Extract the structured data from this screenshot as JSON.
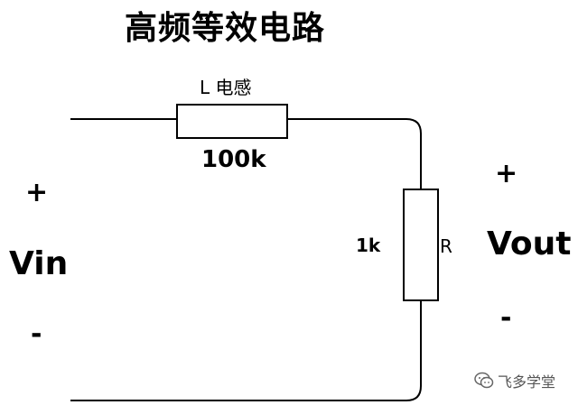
{
  "title": "高频等效电路",
  "inductor": {
    "label": "L 电感",
    "value": "100k"
  },
  "resistor": {
    "label": "R",
    "value": "1k"
  },
  "input": {
    "label": "Vin",
    "plus": "+",
    "minus": "-"
  },
  "output": {
    "label": "Vout",
    "plus": "+",
    "minus": "-"
  },
  "watermark": {
    "text": "飞多学堂",
    "icon": "wechat-icon"
  },
  "colors": {
    "wire": "#000000",
    "background": "#ffffff",
    "watermark": "#555555"
  }
}
